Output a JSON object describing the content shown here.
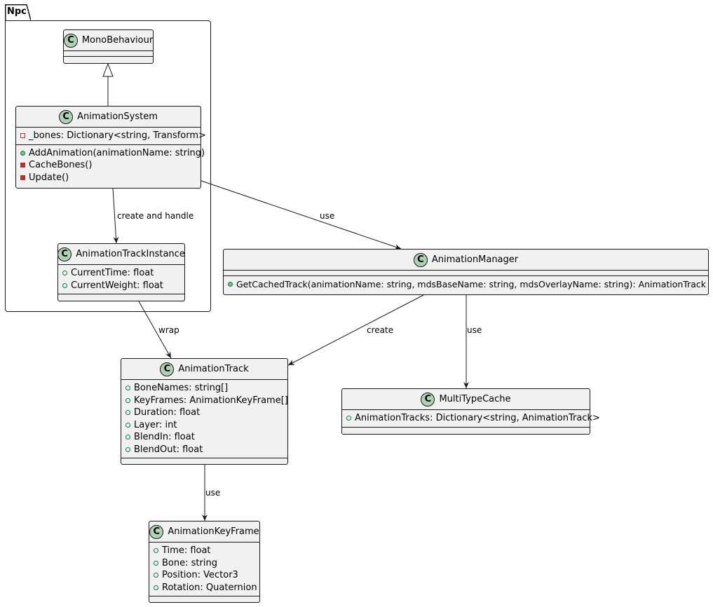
{
  "package": {
    "name": "Npc"
  },
  "classes": {
    "mono": {
      "name": "MonoBehaviour",
      "badge": "C"
    },
    "system": {
      "name": "AnimationSystem",
      "badge": "C",
      "fields": [
        {
          "vis": "private",
          "text": "_bones: Dictionary<string, Transform>"
        }
      ],
      "methods": [
        {
          "vis": "public",
          "text": "AddAnimation(animationName: string)"
        },
        {
          "vis": "private",
          "text": "CacheBones()"
        },
        {
          "vis": "private",
          "text": "Update()"
        }
      ]
    },
    "instance": {
      "name": "AnimationTrackInstance",
      "badge": "C",
      "fields": [
        {
          "vis": "public",
          "text": "CurrentTime: float"
        },
        {
          "vis": "public",
          "text": "CurrentWeight: float"
        }
      ]
    },
    "manager": {
      "name": "AnimationManager",
      "badge": "C",
      "methods": [
        {
          "vis": "public",
          "text": "GetCachedTrack(animationName: string, mdsBaseName: string, mdsOverlayName: string): AnimationTrack"
        }
      ]
    },
    "track": {
      "name": "AnimationTrack",
      "badge": "C",
      "fields": [
        {
          "vis": "public",
          "text": "BoneNames: string[]"
        },
        {
          "vis": "public",
          "text": "KeyFrames: AnimationKeyFrame[]"
        },
        {
          "vis": "public",
          "text": "Duration: float"
        },
        {
          "vis": "public",
          "text": "Layer: int"
        },
        {
          "vis": "public",
          "text": "BlendIn: float"
        },
        {
          "vis": "public",
          "text": "BlendOut: float"
        }
      ]
    },
    "cache": {
      "name": "MultiTypeCache",
      "badge": "C",
      "fields": [
        {
          "vis": "public",
          "text": "AnimationTracks: Dictionary<string, AnimationTrack>"
        }
      ]
    },
    "keyframe": {
      "name": "AnimationKeyFrame",
      "badge": "C",
      "fields": [
        {
          "vis": "public",
          "text": "Time: float"
        },
        {
          "vis": "public",
          "text": "Bone: string"
        },
        {
          "vis": "public",
          "text": "Position: Vector3"
        },
        {
          "vis": "public",
          "text": "Rotation: Quaternion"
        }
      ]
    }
  },
  "edges": {
    "create_and_handle": "create and handle",
    "system_use_manager": "use",
    "wrap": "wrap",
    "manager_create_track": "create",
    "manager_use_cache": "use",
    "track_use_keyframe": "use"
  },
  "colors": {
    "class_fill": "#f1f1f1",
    "badge_fill": "#add1b2",
    "line": "#181818",
    "public_stroke": "#038048",
    "public_fill": "#84be84",
    "private": "#c82930"
  }
}
